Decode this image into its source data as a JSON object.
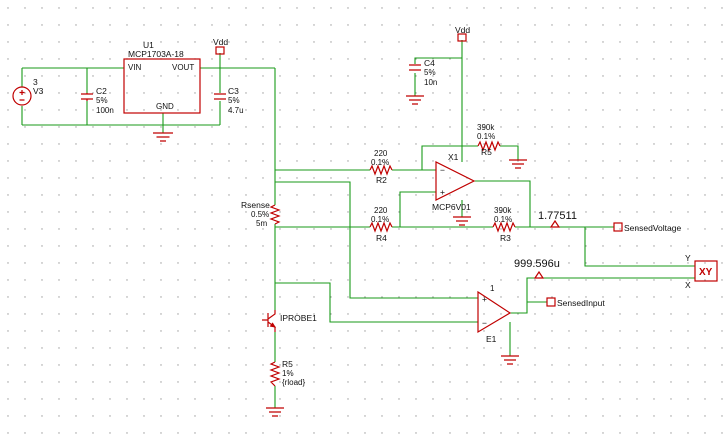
{
  "dot_grid": {
    "color": "#9a9a9a"
  },
  "colors": {
    "wire": "#1a9a1a",
    "component": "#c00000",
    "text": "#111111"
  },
  "components": {
    "v3": {
      "ref": "V3",
      "value": "3",
      "icon": "voltage-source-icon"
    },
    "c2": {
      "ref": "C2",
      "tol": "5%",
      "value": "100n",
      "icon": "capacitor-icon"
    },
    "u1": {
      "ref": "U1",
      "part": "MCP1703A-18",
      "pin_vin": "VIN",
      "pin_vout": "VOUT",
      "pin_gnd": "GND",
      "icon": "regulator-icon"
    },
    "c3": {
      "ref": "C3",
      "tol": "5%",
      "value": "4.7u",
      "icon": "capacitor-icon"
    },
    "vdd_left": {
      "label": "Vdd"
    },
    "c4": {
      "ref": "C4",
      "tol": "5%",
      "value": "10n",
      "icon": "capacitor-icon"
    },
    "vdd_right": {
      "label": "Vdd"
    },
    "r5_top": {
      "value": "390k",
      "tol": "0.1%",
      "ref": "R5"
    },
    "r2": {
      "value": "220",
      "tol": "0.1%",
      "ref": "R2"
    },
    "x1": {
      "ref": "X1",
      "part": "MCP6V01",
      "minus": "−",
      "plus": "+",
      "icon": "opamp-icon"
    },
    "rsense": {
      "ref": "Rsense",
      "tol": "0.5%",
      "value": "5m"
    },
    "r4": {
      "value": "220",
      "tol": "0.1%",
      "ref": "R4"
    },
    "r3": {
      "value": "390k",
      "tol": "0.1%",
      "ref": "R3"
    },
    "e1": {
      "ref": "E1",
      "gain": "1",
      "minus": "−",
      "plus": "+",
      "icon": "amplifier-icon"
    },
    "iprobe": {
      "ref": "IPROBE1",
      "icon": "transistor-icon"
    },
    "r5_bottom": {
      "ref": "R5",
      "tol": "1%",
      "value": "{rload}"
    }
  },
  "readouts": {
    "sensed_voltage_value": "1.77511",
    "sensed_input_value": "999.596u"
  },
  "ports": {
    "sensed_voltage": "SensedVoltage",
    "sensed_input": "SensedInput"
  },
  "xy_display": {
    "label": "XY",
    "y": "Y",
    "x": "X"
  }
}
